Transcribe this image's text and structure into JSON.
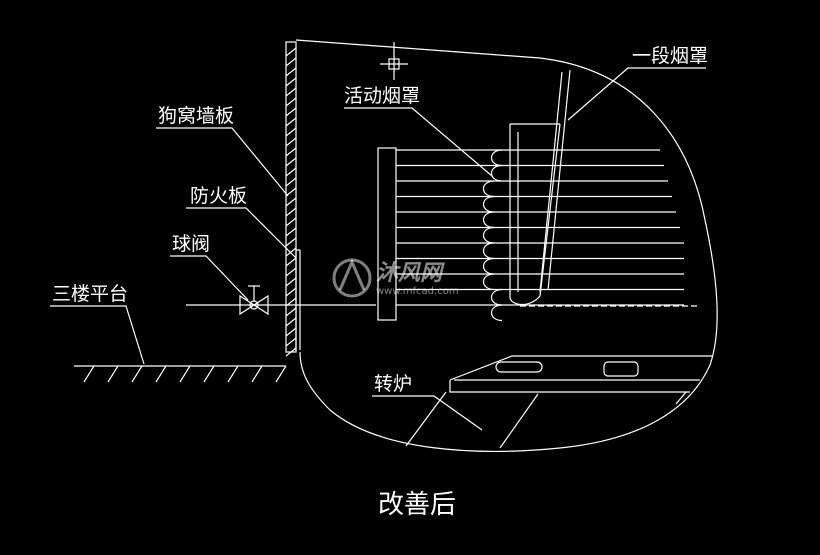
{
  "labels": {
    "doghouse_wall": "狗窝墙板",
    "fire_board": "防火板",
    "ball_valve": "球阀",
    "third_floor": "三楼平台",
    "movable_hood": "活动烟罩",
    "first_hood": "一段烟罩",
    "converter": "转炉"
  },
  "caption": "改善后",
  "watermark": {
    "logo_text": "沐风网",
    "url_text": "www.mfcad.com"
  },
  "colors": {
    "background": "#000000",
    "line": "#ffffff"
  }
}
